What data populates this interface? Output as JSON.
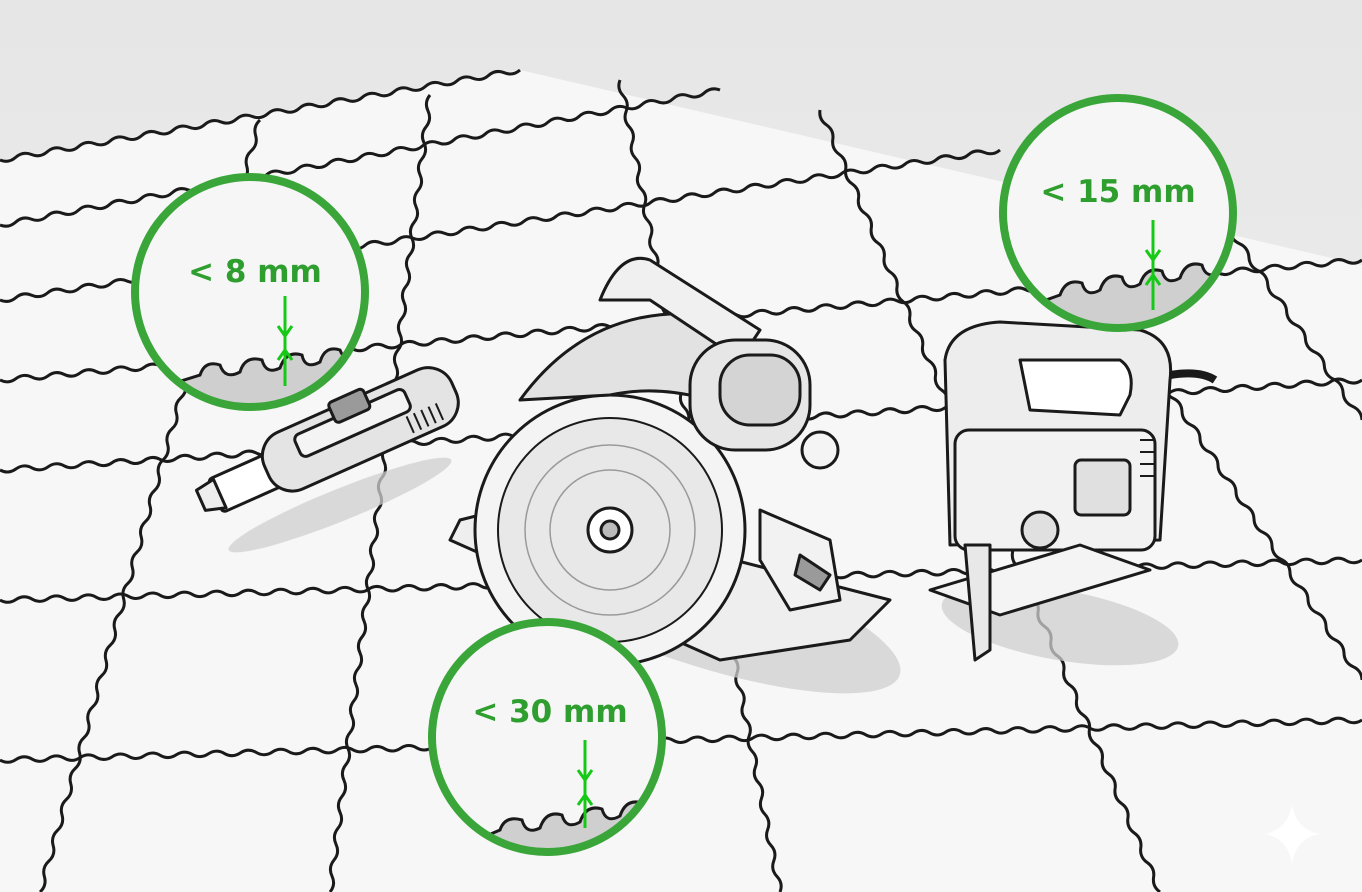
{
  "callouts": [
    {
      "id": "cutter",
      "label": "< 8 mm",
      "tool": "utility-knife"
    },
    {
      "id": "jigsaw",
      "label": "< 15 mm",
      "tool": "jigsaw"
    },
    {
      "id": "circular-saw",
      "label": "< 30 mm",
      "tool": "circular-saw"
    }
  ],
  "colors": {
    "accent": "#3aa63a",
    "marker": "#17c917",
    "background": "#ededed",
    "tile": "#f7f7f7",
    "ink": "#1a1a1a"
  },
  "icons": {
    "watermark": "sparkle-icon"
  }
}
